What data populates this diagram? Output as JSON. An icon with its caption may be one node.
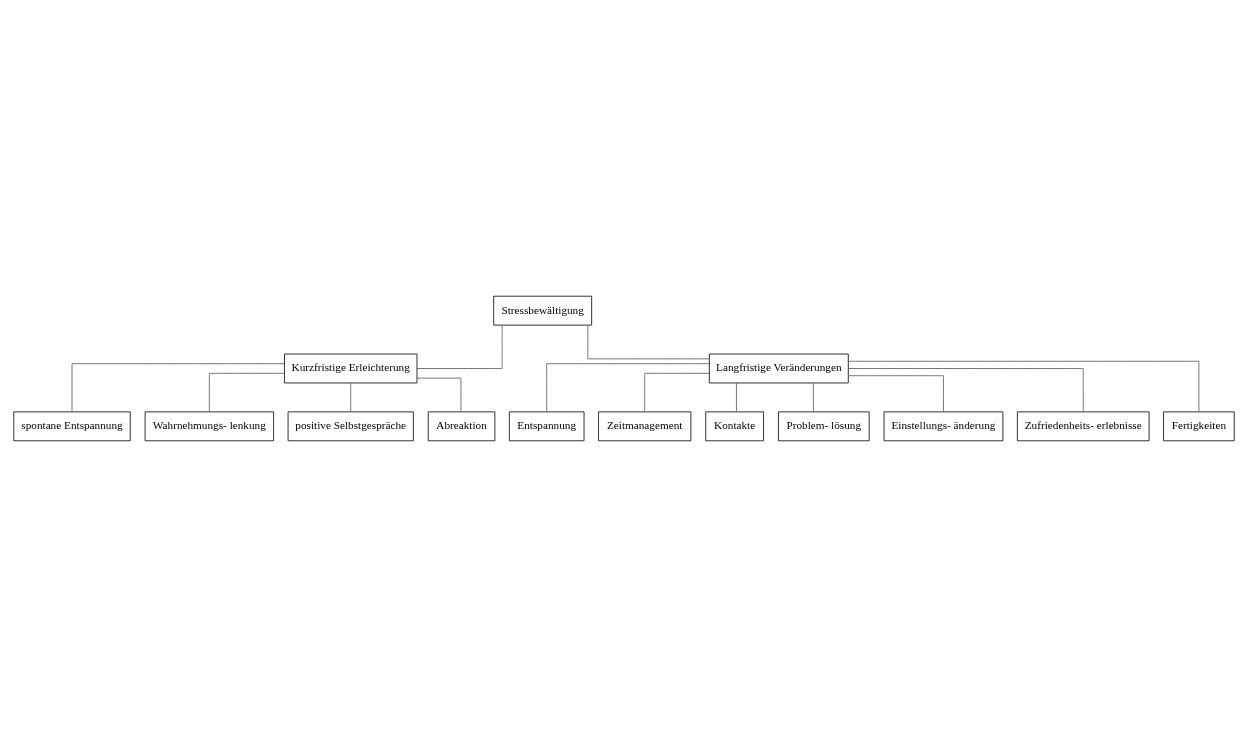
{
  "diagram": {
    "nodes": [
      {
        "text": [
          "Stressbewältigung"
        ]
      },
      {
        "text": [
          "Kurzfristige Erleichterung"
        ]
      },
      {
        "text": [
          "spontane Entspannung"
        ]
      },
      {
        "text": [
          "Wahrnehmungs- lenkung"
        ]
      },
      {
        "text": [
          "positive Selbstgespräche"
        ]
      },
      {
        "text": [
          "Abreaktion"
        ]
      },
      {
        "text": [
          "Langfristige Veränderungen"
        ]
      },
      {
        "text": [
          "Entspannung"
        ]
      },
      {
        "text": [
          "Zeitmanagement"
        ]
      },
      {
        "text": [
          "Kontakte"
        ]
      },
      {
        "text": [
          "Problem- lösung"
        ]
      },
      {
        "text": [
          "Einstellungs- änderung"
        ]
      },
      {
        "text": [
          "Zufriedenheits- erlebnisse"
        ]
      },
      {
        "text": [
          "Fertigkeiten"
        ]
      }
    ],
    "edges": [
      {
        "from": 0,
        "to": 1,
        "arrow": "none"
      },
      {
        "from": 1,
        "to": 2,
        "arrow": "none"
      },
      {
        "from": 1,
        "to": 3,
        "arrow": "none"
      },
      {
        "from": 1,
        "to": 4,
        "arrow": "none"
      },
      {
        "from": 1,
        "to": 5,
        "arrow": "none"
      },
      {
        "from": 0,
        "to": 6,
        "arrow": "none"
      },
      {
        "from": 6,
        "to": 7,
        "arrow": "none"
      },
      {
        "from": 6,
        "to": 8,
        "arrow": "none"
      },
      {
        "from": 6,
        "to": 9,
        "arrow": "none"
      },
      {
        "from": 6,
        "to": 10,
        "arrow": "none"
      },
      {
        "from": 6,
        "to": 11,
        "arrow": "none"
      },
      {
        "from": 6,
        "to": 12,
        "arrow": "none"
      },
      {
        "from": 6,
        "to": 13,
        "arrow": "none"
      }
    ]
  }
}
